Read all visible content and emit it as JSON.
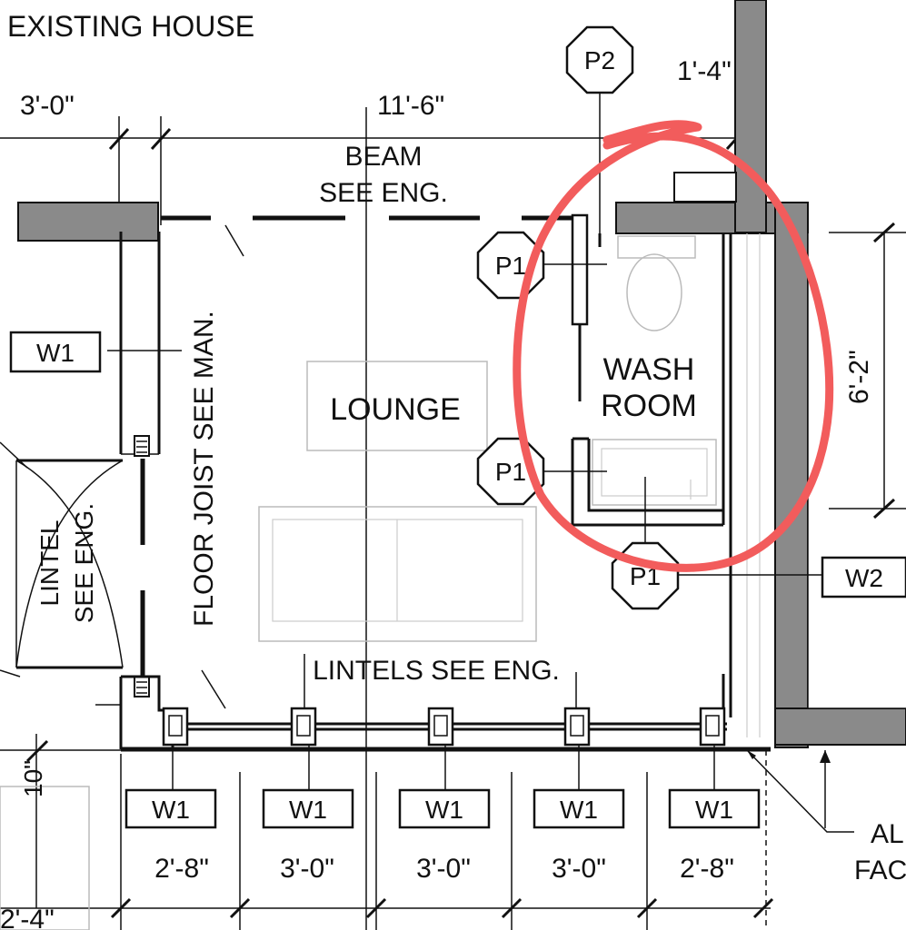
{
  "header": {
    "title": "EXISTING HOUSE"
  },
  "dimensions": {
    "top_left": "3'-0\"",
    "top_center": "11'-6\"",
    "top_right": "1'-4\"",
    "right_vertical": "6'-2\"",
    "left_vertical": "10\"",
    "bottom": [
      "2'-8\"",
      "3'-0\"",
      "3'-0\"",
      "3'-0\"",
      "2'-8\""
    ],
    "bottom_left": "2'-4\""
  },
  "notes": {
    "beam_line1": "BEAM",
    "beam_line2": "SEE ENG.",
    "floor_joist": "FLOOR JOIST SEE MAN.",
    "lintel_line1": "LINTEL",
    "lintel_line2": "SEE ENG.",
    "lintels": "LINTELS SEE ENG.",
    "right_edge_line1": "AL",
    "right_edge_line2": "FAC"
  },
  "rooms": {
    "lounge": "LOUNGE",
    "wash_line1": "WASH",
    "wash_line2": "ROOM"
  },
  "tags": {
    "p2": "P2",
    "p1_a": "P1",
    "p1_b": "P1",
    "p1_c": "P1",
    "w1_left": "W1",
    "w2": "W2",
    "w1_bottom": [
      "W1",
      "W1",
      "W1",
      "W1",
      "W1"
    ]
  },
  "markup": {
    "highlight_color": "#f25c5c"
  }
}
